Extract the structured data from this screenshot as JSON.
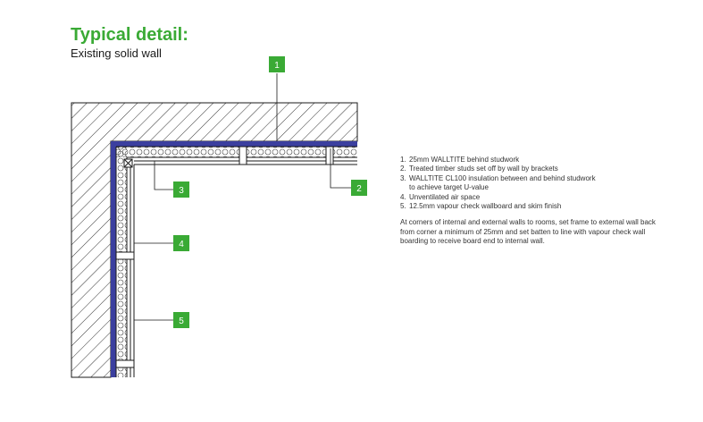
{
  "header": {
    "title": "Typical detail:",
    "subtitle": "Existing solid wall"
  },
  "colors": {
    "accent": "#3aaa35",
    "insulation_blue": "#3b3f9f",
    "linework": "#1a1a1a"
  },
  "callouts": [
    "1",
    "2",
    "3",
    "4",
    "5"
  ],
  "notes": {
    "items": [
      {
        "num": "1.",
        "text": "25mm WALLTITE behind studwork"
      },
      {
        "num": "2.",
        "text": "Treated timber studs set off by wall by brackets"
      },
      {
        "num": "3.",
        "text": "WALLTITE CL100 insulation between and behind studwork",
        "text2": "to achieve target U-value"
      },
      {
        "num": "4.",
        "text": "Unventilated air space"
      },
      {
        "num": "5.",
        "text": "12.5mm vapour check wallboard and skim finish"
      }
    ],
    "paragraph": "At corners of internal and external walls to rooms, set frame to external wall back from corner a minimum of 25mm and set batten to line with vapour check wall boarding to receive board end to internal wall."
  }
}
